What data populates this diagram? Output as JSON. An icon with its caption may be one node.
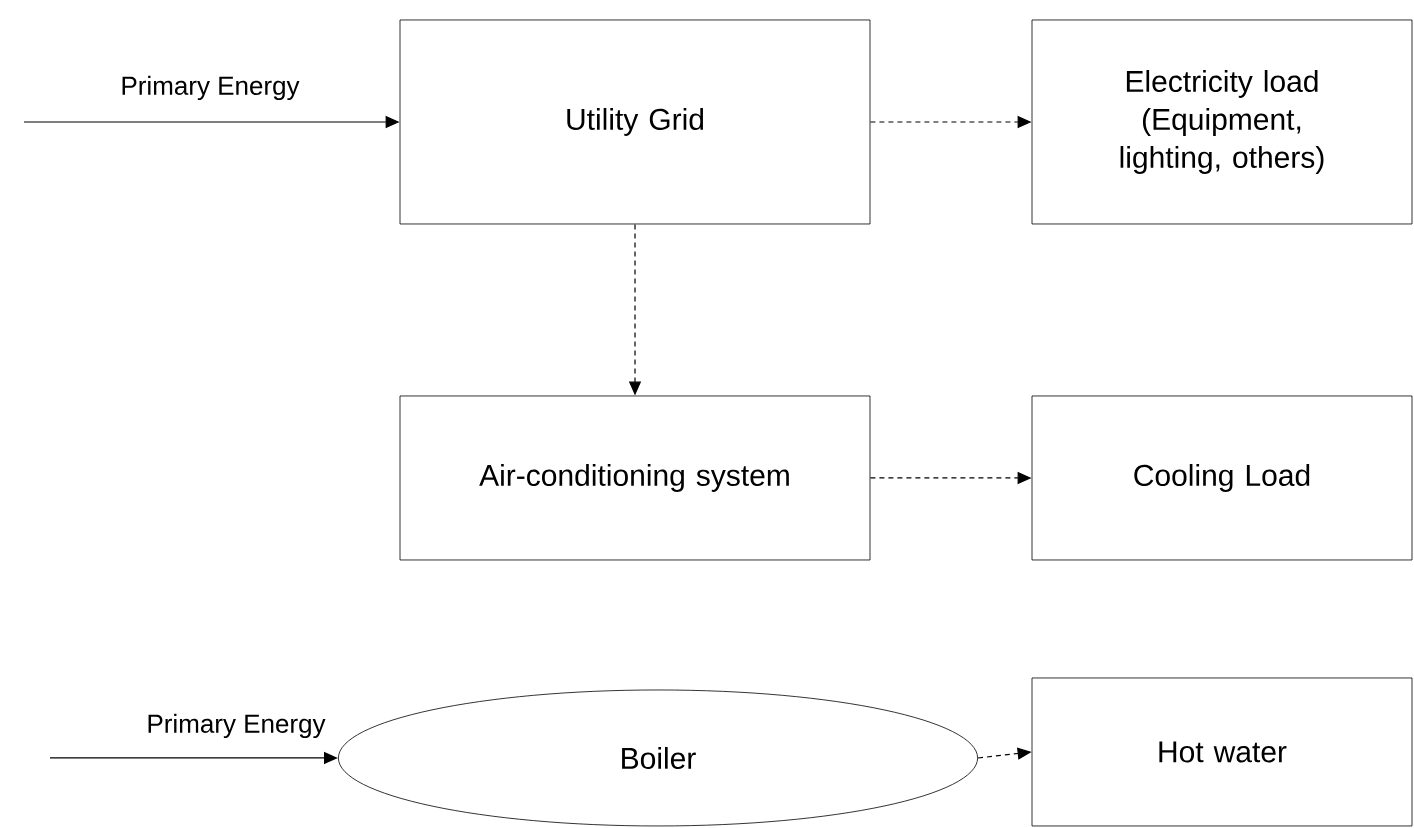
{
  "diagram": {
    "nodes": [
      {
        "text": [
          "Utility Grid"
        ]
      },
      {
        "text": [
          "Electricity load (Equipment, lighting, others)"
        ]
      },
      {
        "text": [
          "Air-conditioning system"
        ]
      },
      {
        "text": [
          "Cooling Load"
        ]
      },
      {
        "text": [
          "Boiler"
        ]
      },
      {
        "text": [
          "Hot water"
        ]
      }
    ],
    "edges": [
      {
        "from": null,
        "to": 0,
        "arrow": "to",
        "label": "Primary Energy"
      },
      {
        "from": 0,
        "to": 1,
        "arrow": "to",
        "style": "dashed"
      },
      {
        "from": 0,
        "to": 2,
        "arrow": "to",
        "style": "dashed"
      },
      {
        "from": 2,
        "to": 3,
        "arrow": "to",
        "style": "dashed"
      },
      {
        "from": null,
        "to": 4,
        "arrow": "to",
        "label": "Primary Energy"
      },
      {
        "from": 4,
        "to": 5,
        "arrow": "to",
        "style": "dashed"
      }
    ]
  }
}
